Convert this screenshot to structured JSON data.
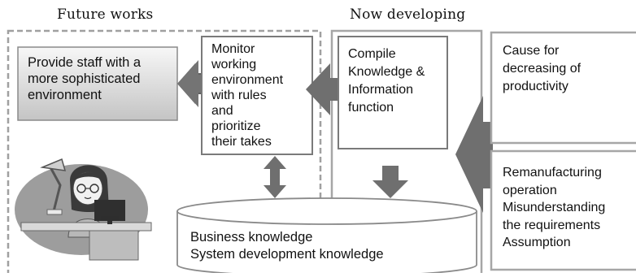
{
  "headers": {
    "future_works": "Future works",
    "now_developing": "Now developing"
  },
  "boxes": {
    "provide_staff": "Provide staff with a more sophisticated environment",
    "provide_staff_lines": [
      "Provide staff with a",
      "more sophisticated",
      "environment"
    ],
    "monitor_lines": [
      "Monitor",
      "working",
      "environment",
      "with rules",
      "and",
      "prioritize",
      "their takes"
    ],
    "compile_lines": [
      "Compile",
      "Knowledge &",
      "Information",
      "function"
    ],
    "cause_lines": [
      "Cause for",
      "decreasing of",
      "productivity"
    ],
    "reman_lines": [
      "Remanufacturing",
      "operation",
      "Misunderstanding",
      "the requirements",
      "Assumption"
    ],
    "db_lines": [
      "Business knowledge",
      "System development knowledge"
    ]
  },
  "colors": {
    "dashed_border": "#999999",
    "solid_border": "#a6a6a6",
    "arrow_fill": "#6e6e6e",
    "grad_box_top": "#f2f2f2",
    "grad_box_bottom": "#c8c8c8"
  }
}
